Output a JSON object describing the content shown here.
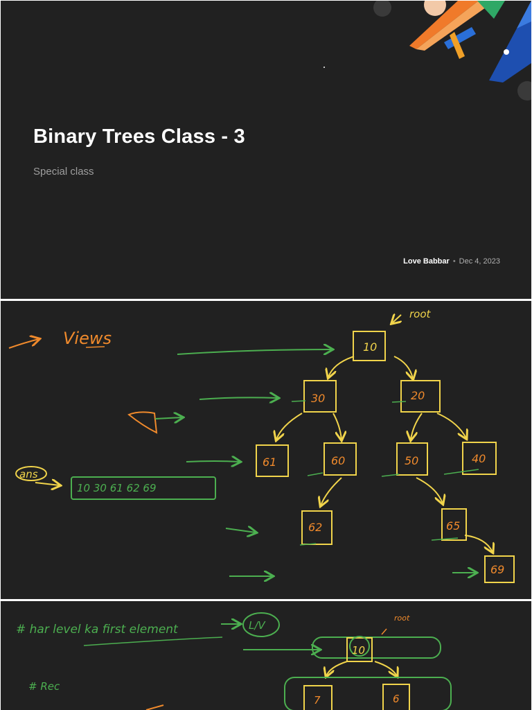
{
  "title_slide": {
    "title": "Binary Trees Class - 3",
    "subtitle": "Special class",
    "author": "Love Babbar",
    "separator": "•",
    "date": "Dec 4, 2023"
  },
  "views_slide": {
    "heading": "Views",
    "root_label": "root",
    "answer_label": "ans",
    "answer_values": "10  30  61  62  69",
    "eye_symbol": "⊂",
    "tree_nodes": [
      "10",
      "30",
      "20",
      "61",
      "60",
      "50",
      "40",
      "62",
      "65",
      "69"
    ]
  },
  "left_view_slide": {
    "line1": "# har level ka first element",
    "line1_result": "L/V",
    "line2": "# Rec",
    "root_label": "root",
    "nodes": [
      "10",
      "7",
      "6"
    ]
  },
  "colors": {
    "slide_bg": "#212121",
    "ink_green": "#4caf50",
    "ink_yellow": "#f1d44b",
    "ink_orange": "#f08a2c",
    "accent_blue": "#1e4fb0"
  }
}
